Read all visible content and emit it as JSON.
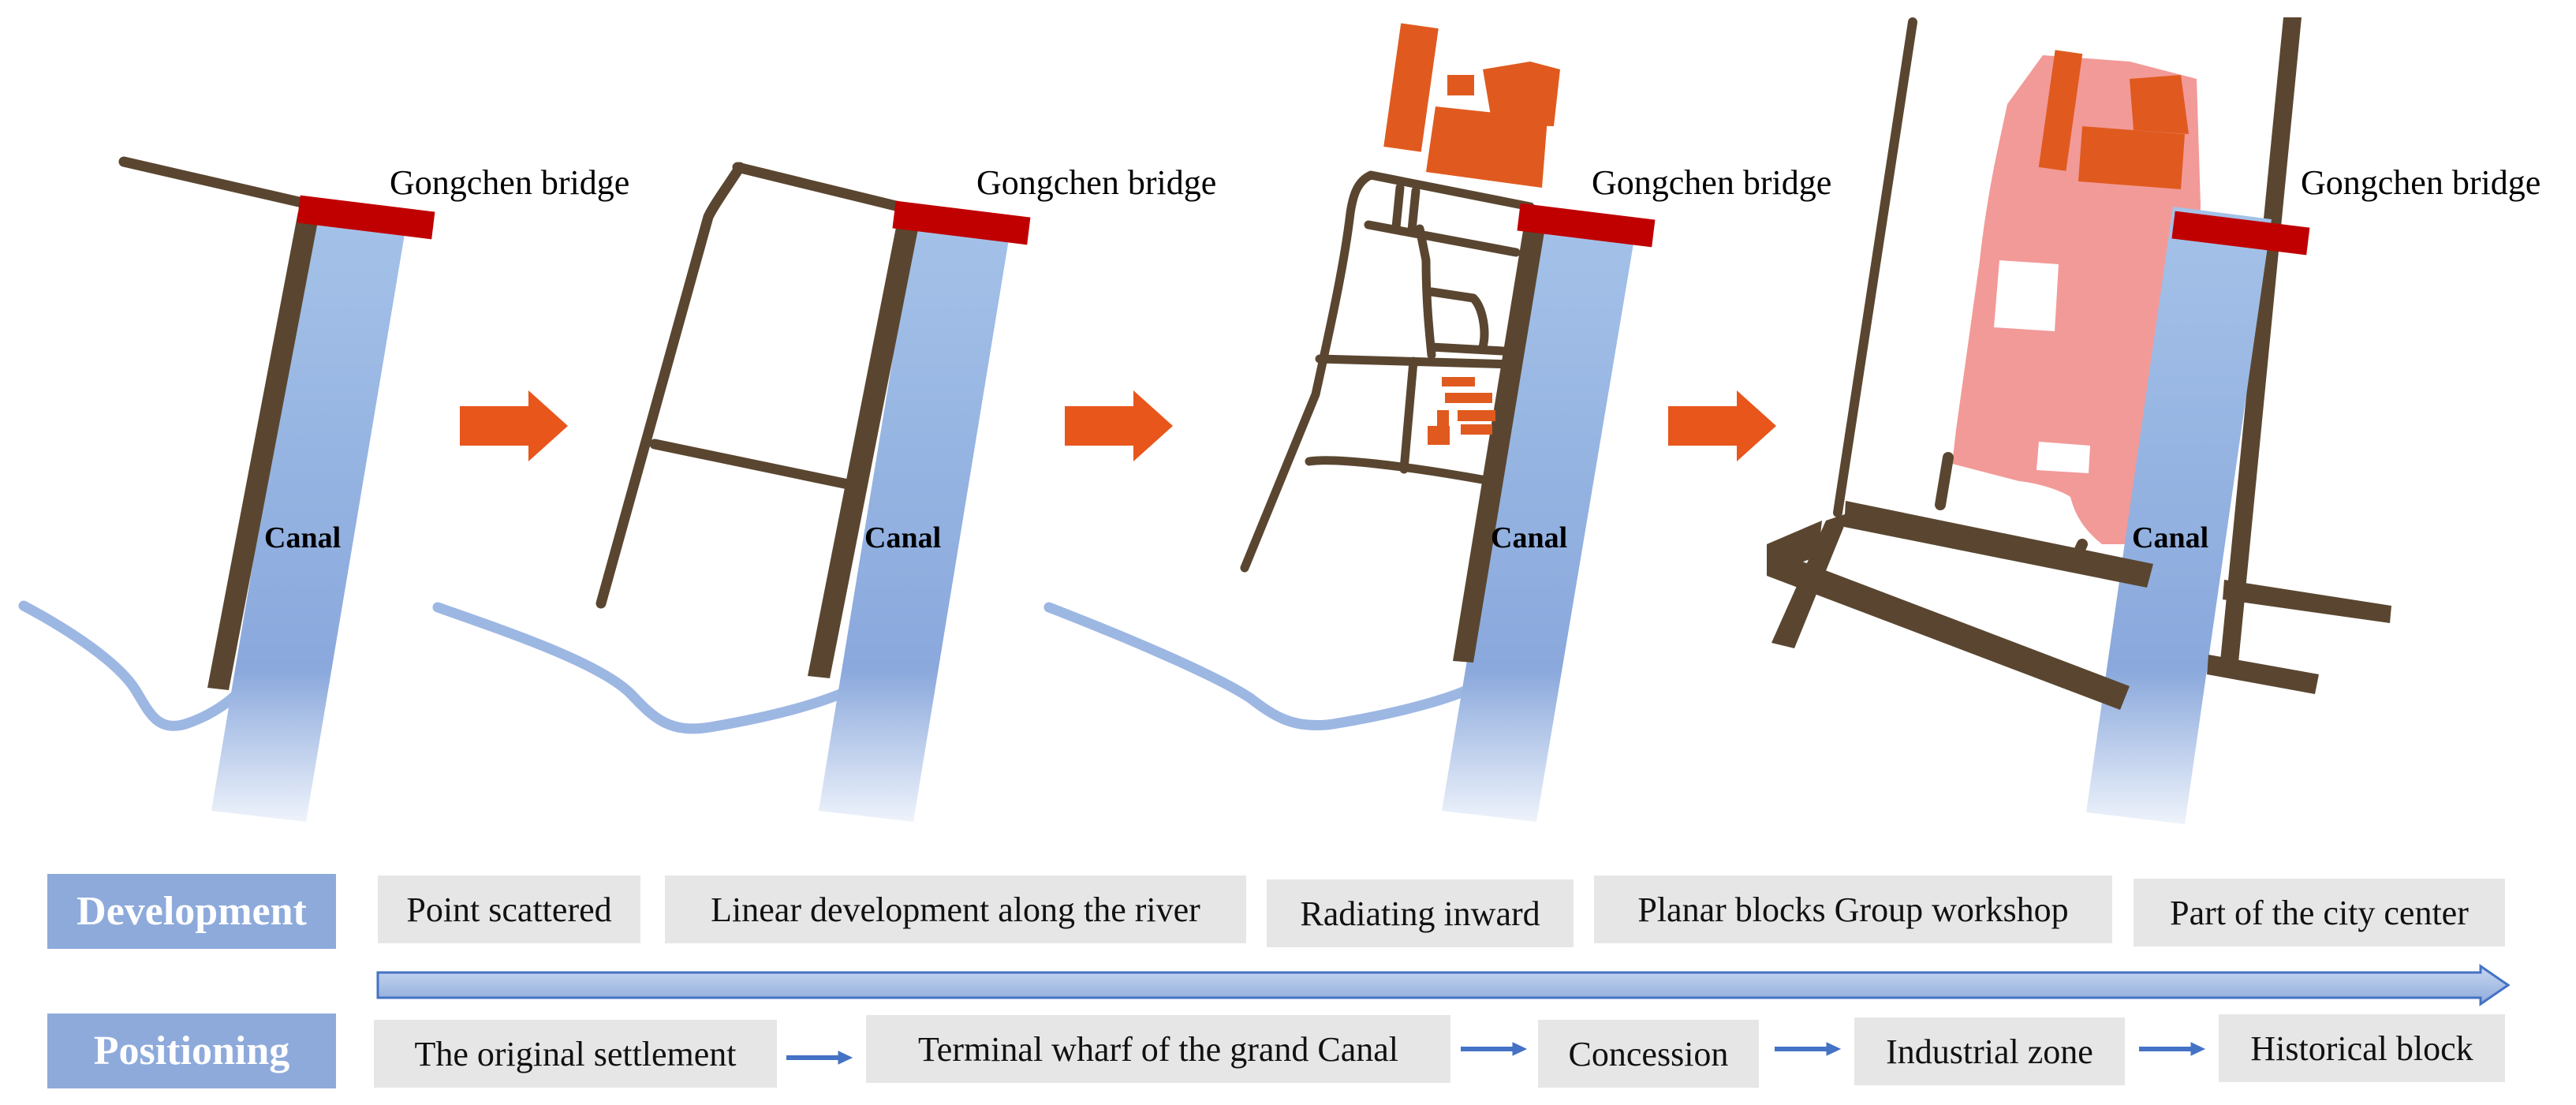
{
  "maps": [
    {
      "bridge_label": "Gongchen bridge",
      "canal_label": "Canal"
    },
    {
      "bridge_label": "Gongchen bridge",
      "canal_label": "Canal"
    },
    {
      "bridge_label": "Gongchen bridge",
      "canal_label": "Canal"
    },
    {
      "bridge_label": "Gongchen bridge",
      "canal_label": "Canal"
    }
  ],
  "rows": {
    "development": {
      "label": "Development",
      "stages": [
        "Point scattered",
        "Linear development along the river",
        "Radiating inward",
        "Planar blocks Group workshop",
        "Part of the city center"
      ]
    },
    "positioning": {
      "label": "Positioning",
      "stages": [
        "The original settlement",
        "Terminal wharf of the grand Canal",
        "Concession",
        "Industrial zone",
        "Historical block"
      ]
    }
  },
  "colors": {
    "road": "#5a4630",
    "canal_top": "#a4c2e8",
    "canal_bottom": "#eef3fb",
    "river": "#9db7e3",
    "bridge": "#c00000",
    "stage_arrow": "#e8561c",
    "building": "#e05a1f",
    "industrial_zone": "#f29a98",
    "header_fill": "#8eaadb",
    "box_fill": "#e6e6e6",
    "timeline": "#4472c4"
  }
}
